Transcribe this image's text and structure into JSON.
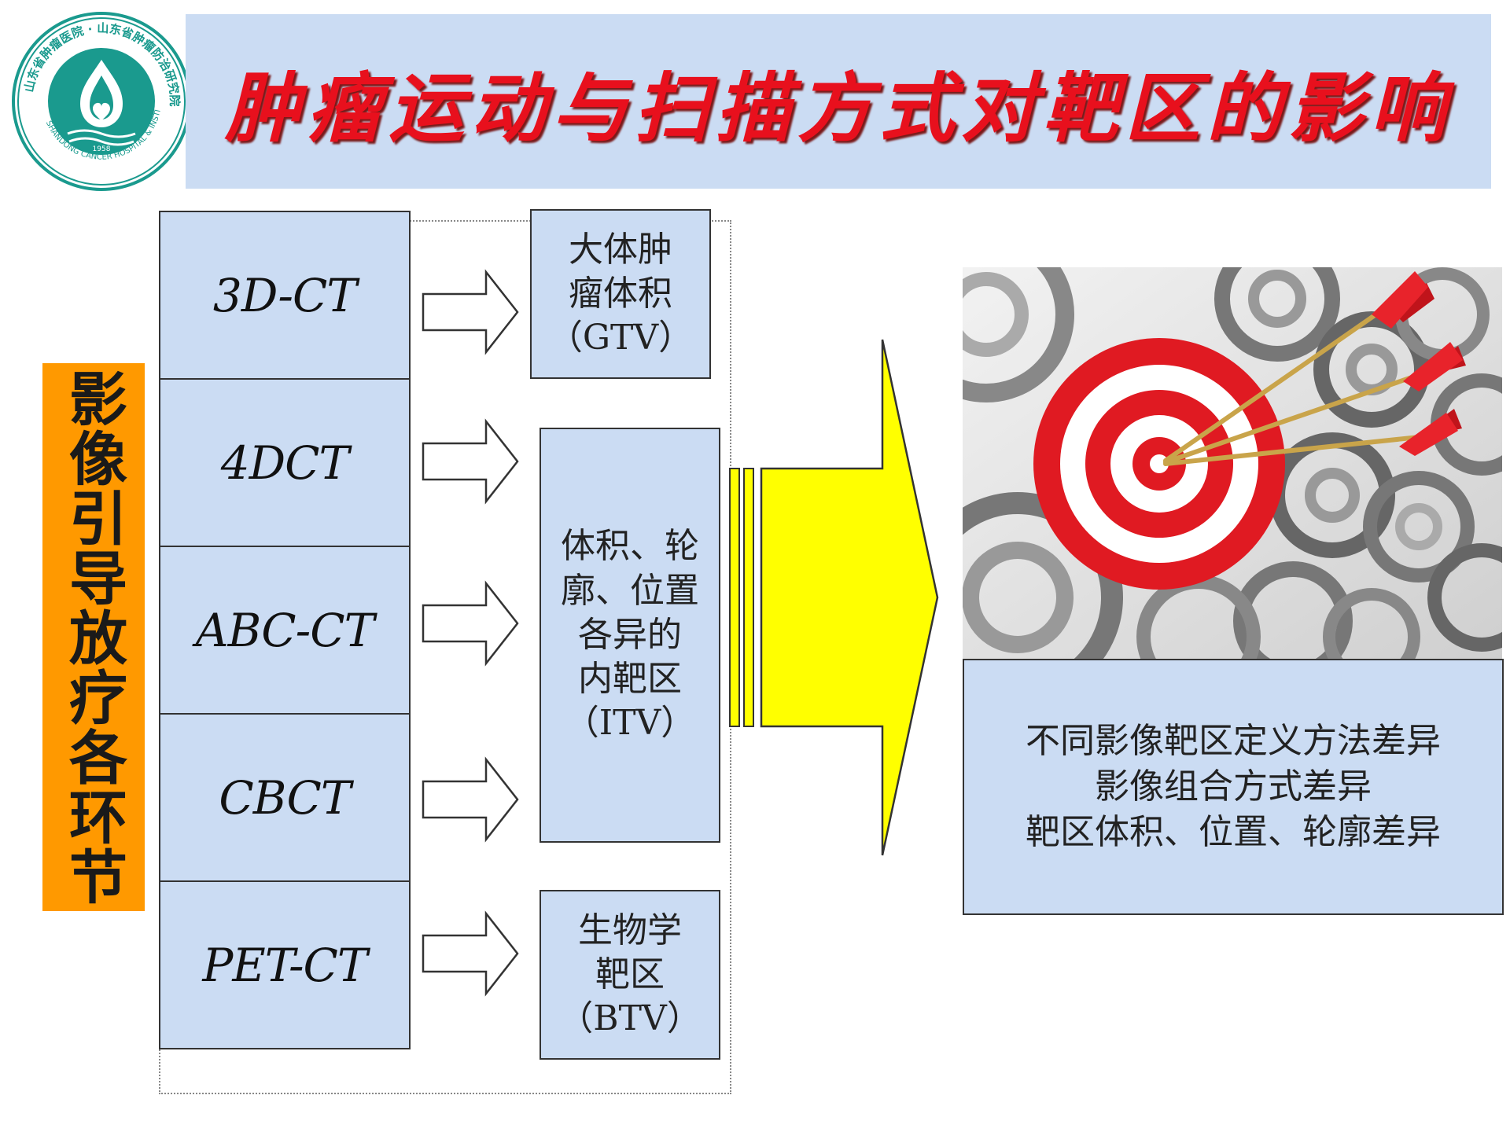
{
  "logo": {
    "ring_text": "山东省肿瘤医院 · 山东省肿瘤防治研究院",
    "english_text": "SHANDONG CANCER HOSPITAL & INSTITUTE",
    "year": "1958",
    "brand_color": "#1a9a8e"
  },
  "title": "肿瘤运动与扫描方式对靶区的影响",
  "side_label": "影像引导放疗各环节",
  "modalities": [
    "3D-CT",
    "4DCT",
    "ABC-CT",
    "CBCT",
    "PET-CT"
  ],
  "volumes": {
    "gtv": "大体肿\n瘤体积\n（GTV）",
    "itv": "体积、轮\n廓、位置\n各异的\n内靶区\n（ITV）",
    "btv": "生物学\n靶区\n（BTV）"
  },
  "result_lines": [
    "不同影像靶区定义方法差异",
    "影像组合方式差异",
    "靶区体积、位置、轮廓差异"
  ],
  "colors": {
    "box_fill": "#cbdcf3",
    "title_red": "#e8101d",
    "label_orange": "#ff9900",
    "arrow_yellow": "#ffff00"
  }
}
